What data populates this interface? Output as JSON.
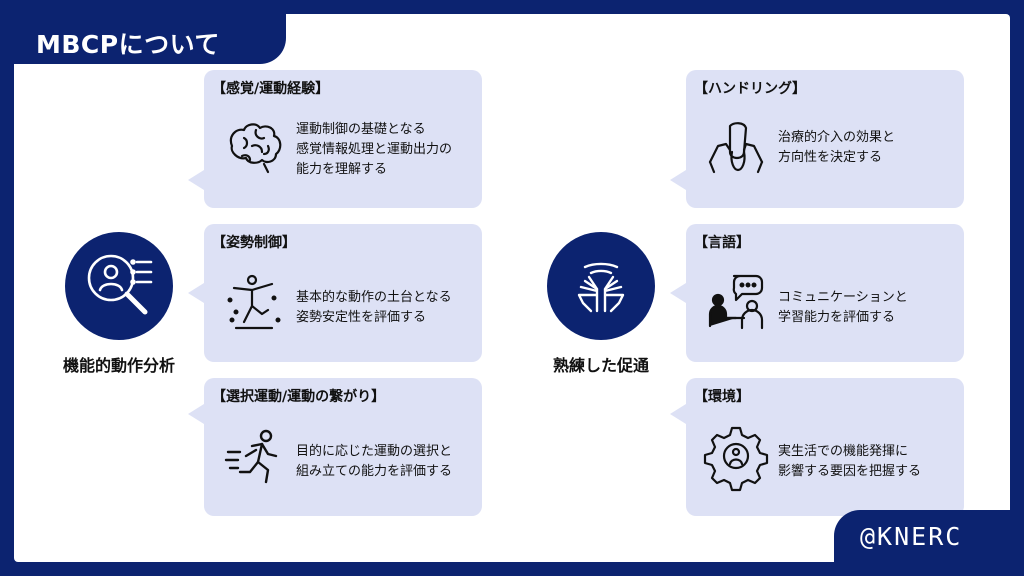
{
  "header": {
    "title": "MBCPについて"
  },
  "footer": {
    "credit": "@KNERC"
  },
  "left_hub": {
    "label": "機能的動作分析",
    "icon": "person-magnifier-icon"
  },
  "right_hub": {
    "label": "熟練した促通",
    "icon": "hands-icon"
  },
  "colors": {
    "navy": "#0c2370",
    "card": "#dde1f5",
    "white": "#ffffff"
  },
  "cards": [
    {
      "title": "【感覚/運動経験】",
      "icon": "brain-icon",
      "lines": [
        "運動制御の基礎となる",
        "感覚情報処理と運動出力の",
        "能力を理解する"
      ]
    },
    {
      "title": "【姿勢制御】",
      "icon": "balance-figure-icon",
      "lines": [
        "基本的な動作の土台となる",
        "姿勢安定性を評価する"
      ]
    },
    {
      "title": "【選択運動/運動の繋がり】",
      "icon": "running-figure-icon",
      "lines": [
        "目的に応じた運動の選択と",
        "組み立ての能力を評価する"
      ]
    },
    {
      "title": "【ハンドリング】",
      "icon": "handling-icon",
      "lines": [
        "治療的介入の効果と",
        "方向性を決定する"
      ]
    },
    {
      "title": "【言語】",
      "icon": "conversation-icon",
      "lines": [
        "コミュニケーションと",
        "学習能力を評価する"
      ]
    },
    {
      "title": "【環境】",
      "icon": "gear-person-icon",
      "lines": [
        "実生活での機能発揮に",
        "影響する要因を把握する"
      ]
    }
  ]
}
